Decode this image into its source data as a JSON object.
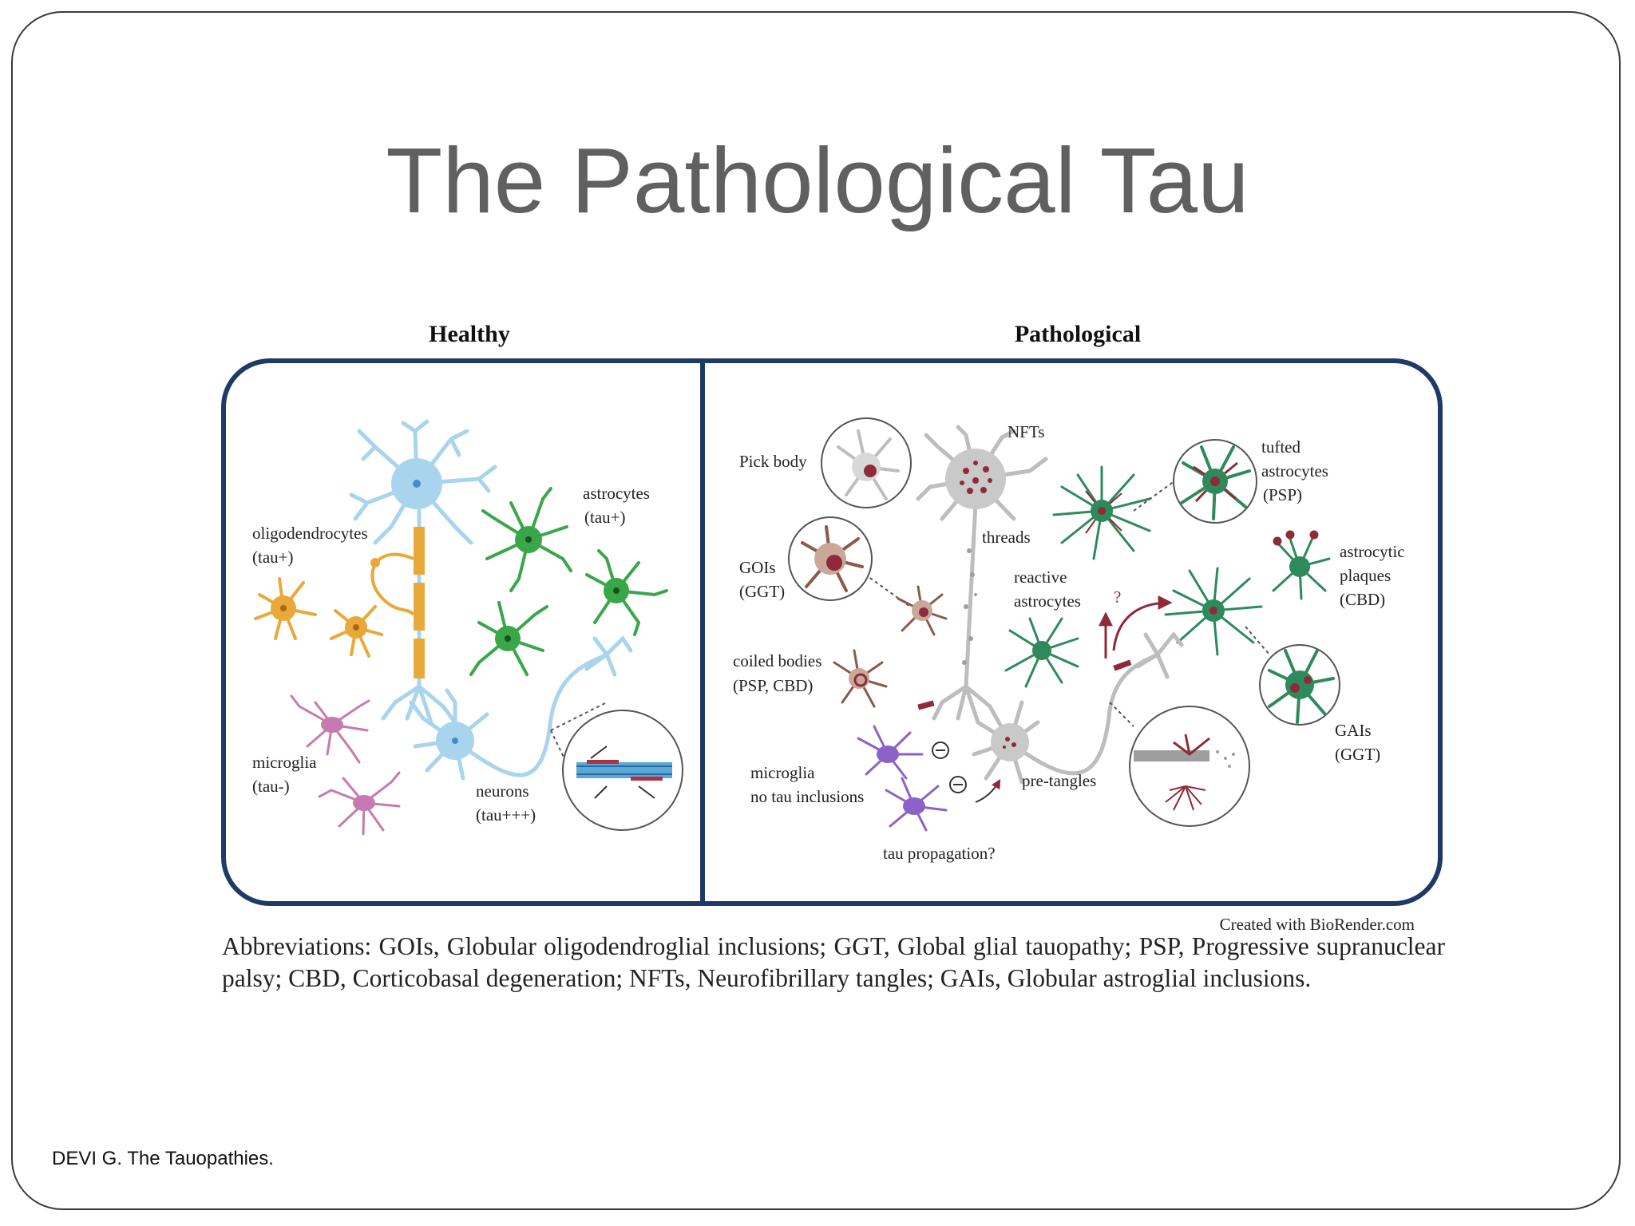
{
  "slide": {
    "title": "The Pathological Tau",
    "citation": "DEVI G. The Tauopathies."
  },
  "figure": {
    "panels": {
      "healthy": "Healthy",
      "pathological": "Pathological"
    },
    "healthy_labels": {
      "oligo_1": "oligodendrocytes",
      "oligo_2": "(tau+)",
      "astro_1": "astrocytes",
      "astro_2": "(tau+)",
      "micro_1": "microglia",
      "micro_2": "(tau-)",
      "neuron_1": "neurons",
      "neuron_2": "(tau+++)"
    },
    "patho_labels": {
      "pick": "Pick body",
      "nfts": "NFTs",
      "threads": "threads",
      "gois_1": "GOIs",
      "gois_2": "(GGT)",
      "coiled_1": "coiled bodies",
      "coiled_2": "(PSP, CBD)",
      "reactive_1": "reactive",
      "reactive_2": "astrocytes",
      "question": "?",
      "tufted_1": "tufted",
      "tufted_2": "astrocytes",
      "tufted_3": "(PSP)",
      "plaques_1": "astrocytic",
      "plaques_2": "plaques",
      "plaques_3": "(CBD)",
      "gais_1": "GAIs",
      "gais_2": "(GGT)",
      "micro_1": "microglia",
      "micro_2": "no tau inclusions",
      "pretangles": "pre-tangles",
      "propagation": "tau propagation?"
    },
    "created_with": "Created with BioRender.com",
    "abbreviations": "Abbreviations: GOIs, Globular oligodendroglial inclusions; GGT, Global glial tauopathy; PSP, Progressive supranuclear palsy; CBD, Corticobasal degeneration; NFTs, Neurofibrillary tangles; GAIs, Globular astroglial inclusions."
  },
  "colors": {
    "frame": "#1f3a66",
    "neuron_healthy": "#a8d4ee",
    "oligo": "#e8a93a",
    "astro_healthy": "#3aa64a",
    "microglia_healthy": "#c77ab0",
    "neuron_patho": "#bdbdbd",
    "tau_red": "#8e2a3a",
    "astro_patho": "#2e8a5a",
    "microglia_patho": "#8a62c8"
  }
}
